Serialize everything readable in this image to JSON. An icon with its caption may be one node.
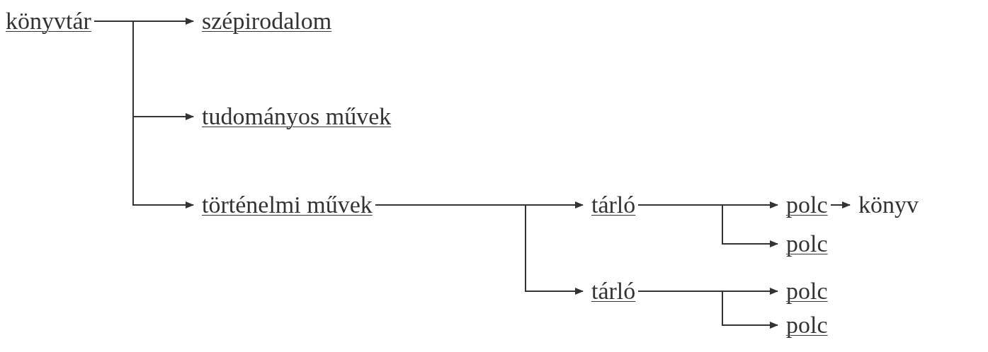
{
  "diagram": {
    "nodes": [
      {
        "text": [
          "könyvtár"
        ]
      },
      {
        "text": [
          "szépirodalom"
        ]
      },
      {
        "text": [
          "tudományos művek"
        ]
      },
      {
        "text": [
          "történelmi művek"
        ]
      },
      {
        "text": [
          "tárló"
        ]
      },
      {
        "text": [
          "polc"
        ]
      },
      {
        "text": [
          "könyv"
        ]
      },
      {
        "text": [
          "polc"
        ]
      },
      {
        "text": [
          "tárló"
        ]
      },
      {
        "text": [
          "polc"
        ]
      },
      {
        "text": [
          "polc"
        ]
      }
    ],
    "edges": [
      {
        "from": 0,
        "to": 1,
        "arrow": "to"
      },
      {
        "from": 0,
        "to": 2,
        "arrow": "to"
      },
      {
        "from": 0,
        "to": 3,
        "arrow": "to"
      },
      {
        "from": 3,
        "to": 4,
        "arrow": "to"
      },
      {
        "from": 3,
        "to": 8,
        "arrow": "to"
      },
      {
        "from": 4,
        "to": 5,
        "arrow": "to"
      },
      {
        "from": 4,
        "to": 7,
        "arrow": "to"
      },
      {
        "from": 5,
        "to": 6,
        "arrow": "to"
      },
      {
        "from": 8,
        "to": 9,
        "arrow": "to"
      },
      {
        "from": 8,
        "to": 10,
        "arrow": "to"
      }
    ]
  }
}
